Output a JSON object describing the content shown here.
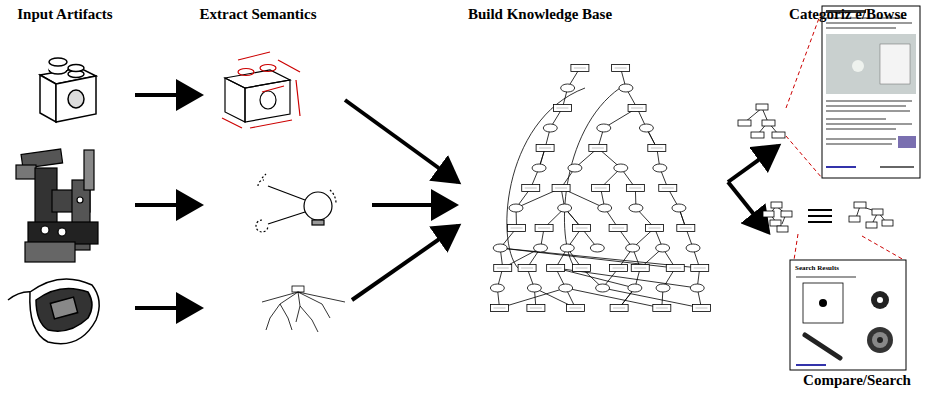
{
  "diagram": {
    "labels": [
      "Input Artifacts",
      "Extract Semantics",
      "Build Knowledge Base",
      "Categoriz e/Bowse",
      "Compare/Search",
      "Search Results"
    ]
  }
}
